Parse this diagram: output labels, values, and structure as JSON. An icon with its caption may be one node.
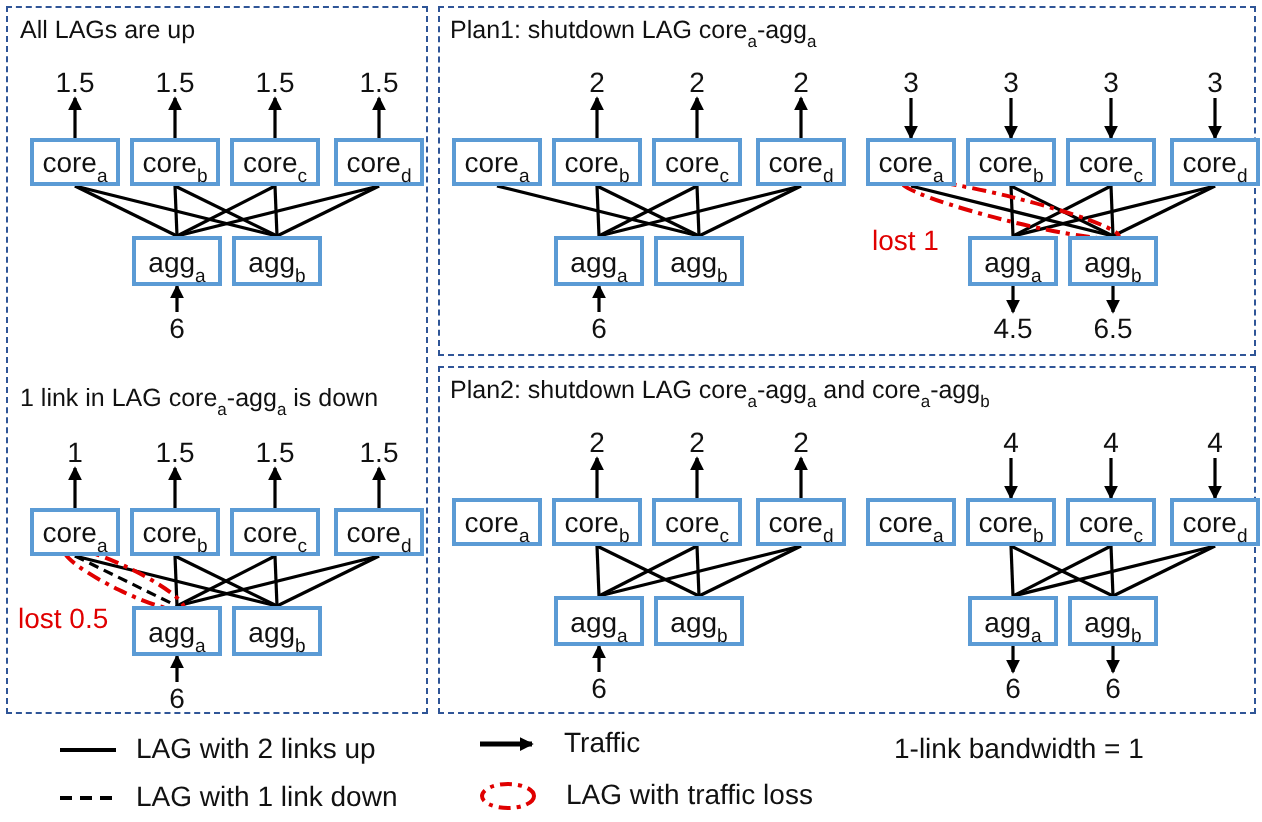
{
  "diagram": {
    "nodes": [
      {
        "text": [
          "All LAGs are up",
          "1 link in LAG core$_{a}$-agg$_{a}$ is down"
        ]
      },
      {
        "text": [
          "Plan1: shutdown LAG core$_{a}$-agg$_{a}$"
        ]
      },
      {
        "text": [
          "Plan2: shutdown LAG core$_{a}$-agg$_{a}$ and core$_{a}$-agg$_{b}$"
        ]
      },
      {
        "text": [
          "core$_{a}$"
        ],
        "in": 0
      },
      {
        "text": [
          "core$_{b}$"
        ],
        "in": 0
      },
      {
        "text": [
          "core$_{c}$"
        ],
        "in": 0
      },
      {
        "text": [
          "core$_{d}$"
        ],
        "in": 0
      },
      {
        "text": [
          "agg$_{a}$"
        ],
        "in": 0
      },
      {
        "text": [
          "agg$_{b}$"
        ],
        "in": 0
      },
      {
        "text": [
          "1.5"
        ],
        "in": 0
      },
      {
        "text": [
          "1.5"
        ],
        "in": 0
      },
      {
        "text": [
          "1.5"
        ],
        "in": 0
      },
      {
        "text": [
          "1.5"
        ],
        "in": 0
      },
      {
        "text": [
          "6"
        ],
        "in": 0
      },
      {
        "text": [
          "core$_{a}$"
        ],
        "in": 0
      },
      {
        "text": [
          "core$_{b}$"
        ],
        "in": 0
      },
      {
        "text": [
          "core$_{c}$"
        ],
        "in": 0
      },
      {
        "text": [
          "core$_{d}$"
        ],
        "in": 0
      },
      {
        "text": [
          "agg$_{a}$"
        ],
        "in": 0
      },
      {
        "text": [
          "agg$_{b}$"
        ],
        "in": 0
      },
      {
        "text": [
          "1"
        ],
        "in": 0
      },
      {
        "text": [
          "1.5"
        ],
        "in": 0
      },
      {
        "text": [
          "1.5"
        ],
        "in": 0
      },
      {
        "text": [
          "1.5"
        ],
        "in": 0
      },
      {
        "text": [
          "6"
        ],
        "in": 0
      },
      {
        "text": [
          "core$_{a}$"
        ],
        "in": 1
      },
      {
        "text": [
          "core$_{b}$"
        ],
        "in": 1
      },
      {
        "text": [
          "core$_{c}$"
        ],
        "in": 1
      },
      {
        "text": [
          "core$_{d}$"
        ],
        "in": 1
      },
      {
        "text": [
          "agg$_{a}$"
        ],
        "in": 1
      },
      {
        "text": [
          "agg$_{b}$"
        ],
        "in": 1
      },
      {
        "text": [
          "2"
        ],
        "in": 1
      },
      {
        "text": [
          "2"
        ],
        "in": 1
      },
      {
        "text": [
          "2"
        ],
        "in": 1
      },
      {
        "text": [
          "6"
        ],
        "in": 1
      },
      {
        "text": [
          "core$_{a}$"
        ],
        "in": 1
      },
      {
        "text": [
          "core$_{b}$"
        ],
        "in": 1
      },
      {
        "text": [
          "core$_{c}$"
        ],
        "in": 1
      },
      {
        "text": [
          "core$_{d}$"
        ],
        "in": 1
      },
      {
        "text": [
          "agg$_{a}$"
        ],
        "in": 1
      },
      {
        "text": [
          "agg$_{b}$"
        ],
        "in": 1
      },
      {
        "text": [
          "3"
        ],
        "in": 1
      },
      {
        "text": [
          "3"
        ],
        "in": 1
      },
      {
        "text": [
          "3"
        ],
        "in": 1
      },
      {
        "text": [
          "3"
        ],
        "in": 1
      },
      {
        "text": [
          "4.5"
        ],
        "in": 1
      },
      {
        "text": [
          "6.5"
        ],
        "in": 1
      },
      {
        "text": [
          "core$_{a}$"
        ],
        "in": 2
      },
      {
        "text": [
          "core$_{b}$"
        ],
        "in": 2
      },
      {
        "text": [
          "core$_{c}$"
        ],
        "in": 2
      },
      {
        "text": [
          "core$_{d}$"
        ],
        "in": 2
      },
      {
        "text": [
          "agg$_{a}$"
        ],
        "in": 2
      },
      {
        "text": [
          "agg$_{b}$"
        ],
        "in": 2
      },
      {
        "text": [
          "2"
        ],
        "in": 2
      },
      {
        "text": [
          "2"
        ],
        "in": 2
      },
      {
        "text": [
          "2"
        ],
        "in": 2
      },
      {
        "text": [
          "6"
        ],
        "in": 2
      },
      {
        "text": [
          "core$_{a}$"
        ],
        "in": 2
      },
      {
        "text": [
          "core$_{b}$"
        ],
        "in": 2
      },
      {
        "text": [
          "core$_{c}$"
        ],
        "in": 2
      },
      {
        "text": [
          "core$_{d}$"
        ],
        "in": 2
      },
      {
        "text": [
          "agg$_{a}$"
        ],
        "in": 2
      },
      {
        "text": [
          "agg$_{b}$"
        ],
        "in": 2
      },
      {
        "text": [
          "4"
        ],
        "in": 2
      },
      {
        "text": [
          "4"
        ],
        "in": 2
      },
      {
        "text": [
          "4"
        ],
        "in": 2
      },
      {
        "text": [
          "6"
        ],
        "in": 2
      },
      {
        "text": [
          "6"
        ],
        "in": 2
      }
    ],
    "edges": [
      {
        "from": 3,
        "to": 7,
        "arrow": "none"
      },
      {
        "from": 3,
        "to": 8,
        "arrow": "none"
      },
      {
        "from": 4,
        "to": 7,
        "arrow": "none"
      },
      {
        "from": 4,
        "to": 8,
        "arrow": "none"
      },
      {
        "from": 5,
        "to": 7,
        "arrow": "none"
      },
      {
        "from": 5,
        "to": 8,
        "arrow": "none"
      },
      {
        "from": 6,
        "to": 7,
        "arrow": "none"
      },
      {
        "from": 6,
        "to": 8,
        "arrow": "none"
      },
      {
        "from": 3,
        "to": 9,
        "arrow": "to"
      },
      {
        "from": 4,
        "to": 10,
        "arrow": "to"
      },
      {
        "from": 5,
        "to": 11,
        "arrow": "to"
      },
      {
        "from": 6,
        "to": 12,
        "arrow": "to"
      },
      {
        "from": 13,
        "to": 7,
        "arrow": "to"
      },
      {
        "from": 14,
        "to": 18,
        "arrow": "none",
        "style": "dashed"
      },
      {
        "from": 14,
        "to": 19,
        "arrow": "none"
      },
      {
        "from": 15,
        "to": 18,
        "arrow": "none"
      },
      {
        "from": 15,
        "to": 19,
        "arrow": "none"
      },
      {
        "from": 16,
        "to": 18,
        "arrow": "none"
      },
      {
        "from": 16,
        "to": 19,
        "arrow": "none"
      },
      {
        "from": 17,
        "to": 18,
        "arrow": "none"
      },
      {
        "from": 17,
        "to": 19,
        "arrow": "none"
      },
      {
        "from": 14,
        "to": 20,
        "arrow": "to"
      },
      {
        "from": 15,
        "to": 21,
        "arrow": "to"
      },
      {
        "from": 16,
        "to": 22,
        "arrow": "to"
      },
      {
        "from": 17,
        "to": 23,
        "arrow": "to"
      },
      {
        "from": 24,
        "to": 18,
        "arrow": "to"
      },
      {
        "from": 25,
        "to": 30,
        "arrow": "none"
      },
      {
        "from": 26,
        "to": 29,
        "arrow": "none"
      },
      {
        "from": 26,
        "to": 30,
        "arrow": "none"
      },
      {
        "from": 27,
        "to": 29,
        "arrow": "none"
      },
      {
        "from": 27,
        "to": 30,
        "arrow": "none"
      },
      {
        "from": 28,
        "to": 29,
        "arrow": "none"
      },
      {
        "from": 28,
        "to": 30,
        "arrow": "none"
      },
      {
        "from": 26,
        "to": 31,
        "arrow": "to"
      },
      {
        "from": 27,
        "to": 32,
        "arrow": "to"
      },
      {
        "from": 28,
        "to": 33,
        "arrow": "to"
      },
      {
        "from": 34,
        "to": 29,
        "arrow": "to"
      },
      {
        "from": 35,
        "to": 40,
        "arrow": "none"
      },
      {
        "from": 36,
        "to": 39,
        "arrow": "none"
      },
      {
        "from": 36,
        "to": 40,
        "arrow": "none"
      },
      {
        "from": 37,
        "to": 39,
        "arrow": "none"
      },
      {
        "from": 37,
        "to": 40,
        "arrow": "none"
      },
      {
        "from": 38,
        "to": 39,
        "arrow": "none"
      },
      {
        "from": 38,
        "to": 40,
        "arrow": "none"
      },
      {
        "from": 41,
        "to": 35,
        "arrow": "to"
      },
      {
        "from": 42,
        "to": 36,
        "arrow": "to"
      },
      {
        "from": 43,
        "to": 37,
        "arrow": "to"
      },
      {
        "from": 44,
        "to": 38,
        "arrow": "to"
      },
      {
        "from": 39,
        "to": 45,
        "arrow": "to"
      },
      {
        "from": 40,
        "to": 46,
        "arrow": "to"
      },
      {
        "from": 48,
        "to": 51,
        "arrow": "none"
      },
      {
        "from": 48,
        "to": 52,
        "arrow": "none"
      },
      {
        "from": 49,
        "to": 51,
        "arrow": "none"
      },
      {
        "from": 49,
        "to": 52,
        "arrow": "none"
      },
      {
        "from": 50,
        "to": 51,
        "arrow": "none"
      },
      {
        "from": 50,
        "to": 52,
        "arrow": "none"
      },
      {
        "from": 48,
        "to": 53,
        "arrow": "to"
      },
      {
        "from": 49,
        "to": 54,
        "arrow": "to"
      },
      {
        "from": 50,
        "to": 55,
        "arrow": "to"
      },
      {
        "from": 56,
        "to": 51,
        "arrow": "to"
      },
      {
        "from": 58,
        "to": 61,
        "arrow": "none"
      },
      {
        "from": 58,
        "to": 62,
        "arrow": "none"
      },
      {
        "from": 59,
        "to": 61,
        "arrow": "none"
      },
      {
        "from": 59,
        "to": 62,
        "arrow": "none"
      },
      {
        "from": 60,
        "to": 61,
        "arrow": "none"
      },
      {
        "from": 60,
        "to": 62,
        "arrow": "none"
      },
      {
        "from": 63,
        "to": 58,
        "arrow": "to"
      },
      {
        "from": 64,
        "to": 59,
        "arrow": "to"
      },
      {
        "from": 65,
        "to": 60,
        "arrow": "to"
      },
      {
        "from": 61,
        "to": 66,
        "arrow": "to"
      },
      {
        "from": 62,
        "to": 67,
        "arrow": "to"
      }
    ],
    "labels": [
      "lost 0.5",
      "lost 1",
      "1-link bandwidth = 1"
    ],
    "legend": [
      {
        "text": "LAG with 2 links up"
      },
      {
        "text": "LAG with 1 link down"
      },
      {
        "text": "Traffic"
      },
      {
        "text": "LAG with traffic loss"
      }
    ]
  }
}
